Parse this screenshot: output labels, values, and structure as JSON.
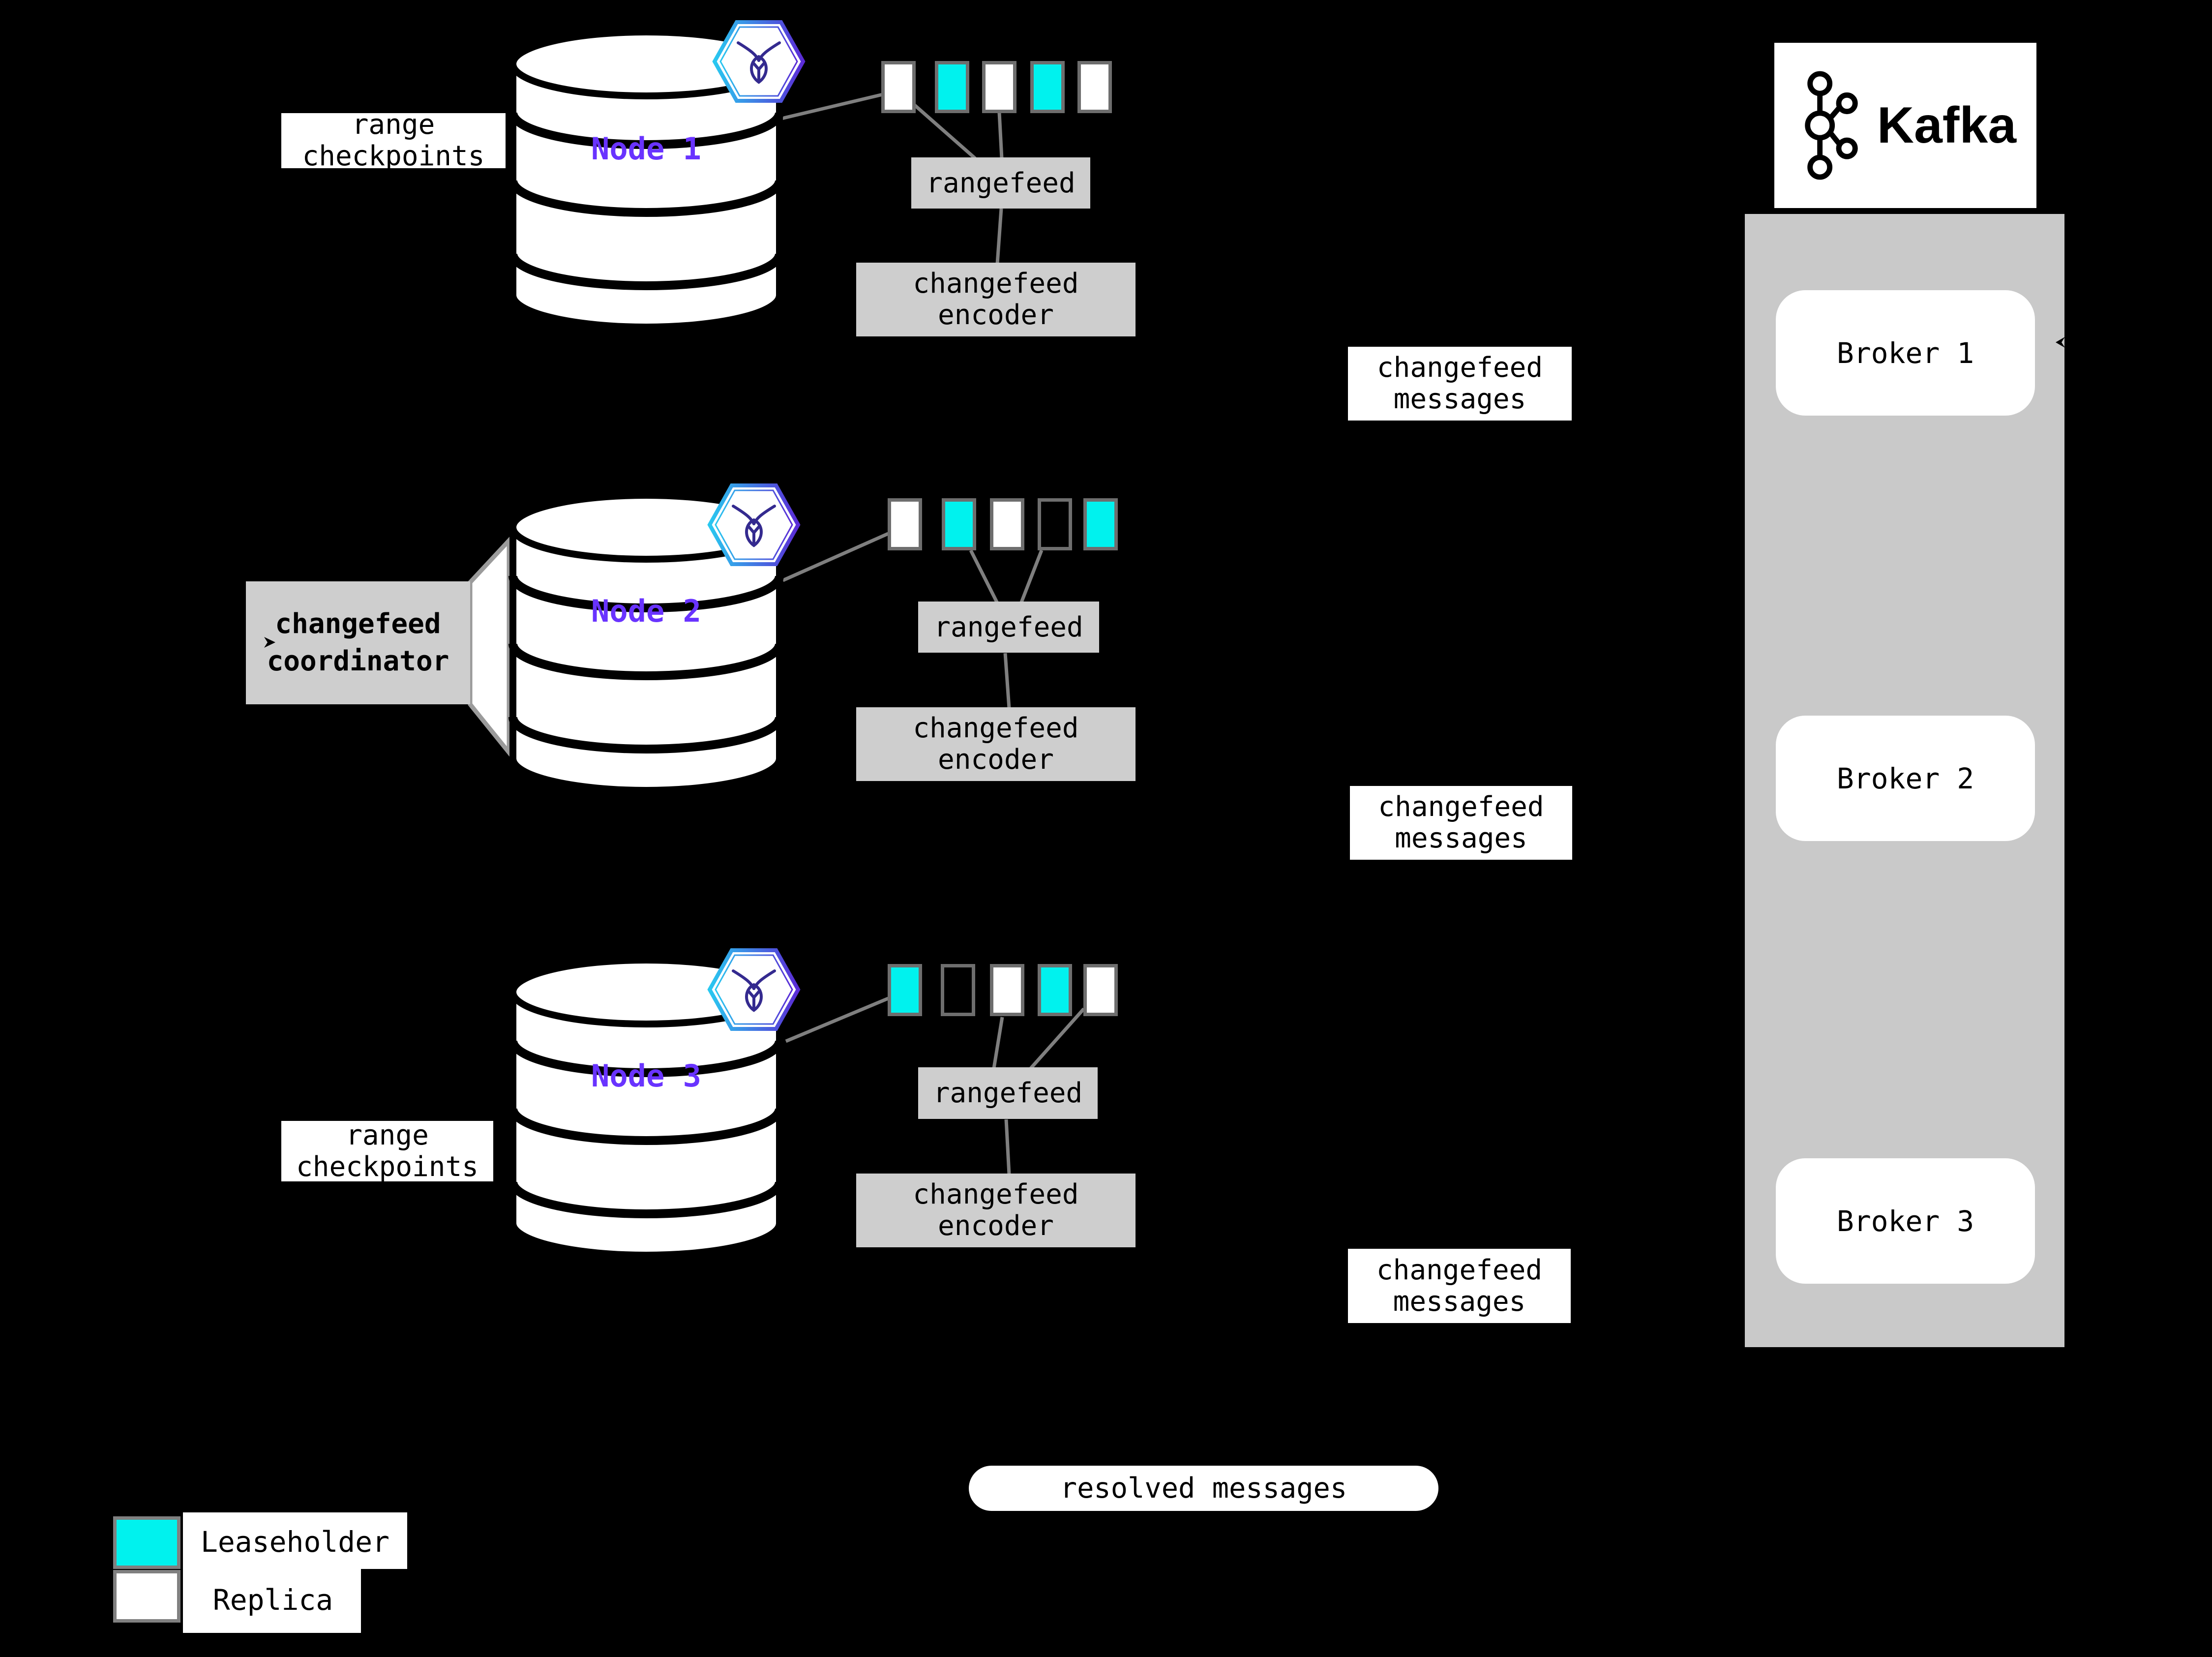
{
  "colors": {
    "leaseholder": "#00f2ee",
    "replica": "#ffffff",
    "node_label": "#6933ff",
    "connector": "#7f7f7f",
    "box_gray": "#cecece",
    "panel_gray": "#c9c9c9"
  },
  "nodes": [
    {
      "name": "Node 1",
      "side_label_lines": [
        "range",
        "checkpoints"
      ],
      "ranges": [
        "replica",
        "leaseholder",
        "replica",
        "leaseholder",
        "replica"
      ],
      "rangefeed_label": "rangefeed",
      "encoder_lines": [
        "changefeed",
        "encoder"
      ]
    },
    {
      "name": "Node 2",
      "side_label_lines": [
        "changefeed",
        "coordinator"
      ],
      "ranges": [
        "replica",
        "leaseholder",
        "replica",
        "empty",
        "leaseholder"
      ],
      "rangefeed_label": "rangefeed",
      "encoder_lines": [
        "changefeed",
        "encoder"
      ]
    },
    {
      "name": "Node 3",
      "side_label_lines": [
        "range",
        "checkpoints"
      ],
      "ranges": [
        "leaseholder",
        "empty",
        "replica",
        "leaseholder",
        "replica"
      ],
      "rangefeed_label": "rangefeed",
      "encoder_lines": [
        "changefeed",
        "encoder"
      ]
    }
  ],
  "messages": [
    {
      "lines": [
        "changefeed",
        "messages"
      ]
    },
    {
      "lines": [
        "changefeed",
        "messages"
      ]
    },
    {
      "lines": [
        "changefeed",
        "messages"
      ]
    }
  ],
  "kafka": {
    "brand": "Kafka",
    "brokers": [
      {
        "label": "Broker 1"
      },
      {
        "label": "Broker 2"
      },
      {
        "label": "Broker 3"
      }
    ]
  },
  "resolved_label": "resolved messages",
  "legend": [
    {
      "kind": "leaseholder",
      "label": "Leaseholder"
    },
    {
      "kind": "replica",
      "label": "Replica"
    }
  ]
}
